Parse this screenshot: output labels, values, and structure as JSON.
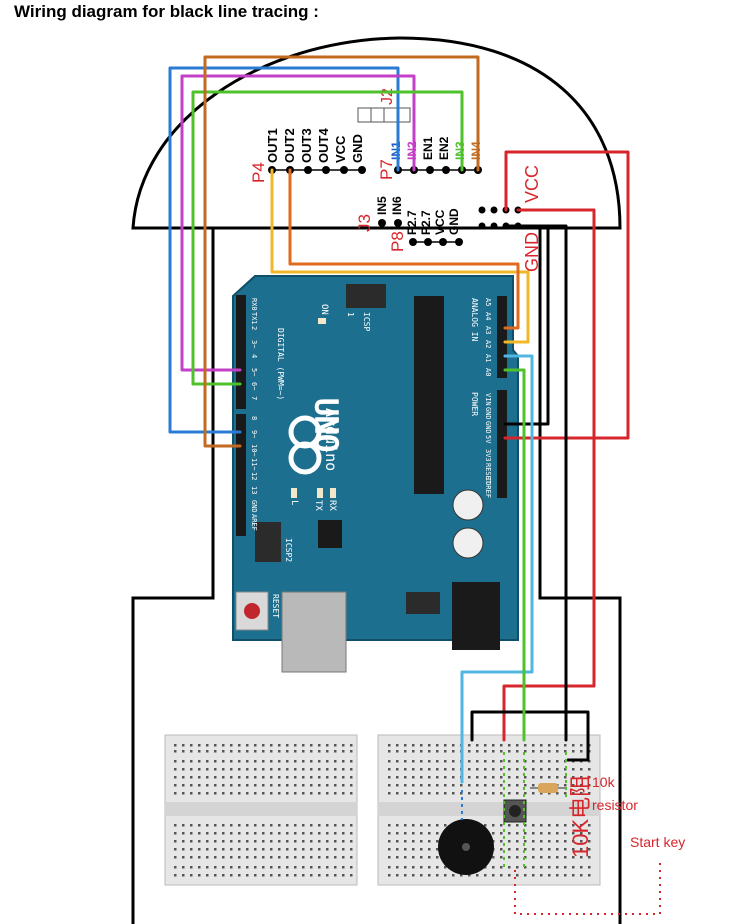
{
  "title": "Wiring diagram for black line tracing :",
  "driver": {
    "j2": "J2",
    "p4": "P4",
    "p7": "P7",
    "p8": "P8",
    "j3": "J3",
    "vcc": "VCC",
    "gnd": "GND",
    "p4_pins": [
      "OUT1",
      "OUT2",
      "OUT3",
      "OUT4",
      "VCC",
      "GND"
    ],
    "p7_pins": [
      "IN1",
      "IN2",
      "EN1",
      "EN2",
      "IN3",
      "IN4"
    ],
    "j3_pins": [
      "IN5",
      "IN6"
    ],
    "p8_pins": [
      "P2.7",
      "P2.7",
      "VCC",
      "GND"
    ]
  },
  "arduino": {
    "uno": "UNO",
    "brand": "Arduino",
    "digital": "DIGITAL (PWM=~)",
    "analog": "ANALOG IN",
    "power": "POWER",
    "icsp": "ICSP",
    "icsp2": "ICSP2",
    "on": "ON",
    "reset": "RESET",
    "l": "L",
    "tx": "TX",
    "rx": "RX",
    "one": "1",
    "digital_top": [
      "RX0",
      "TX1",
      "2",
      "3~",
      "4",
      "5~",
      "6~",
      "7"
    ],
    "digital_bottom": [
      "8",
      "9~",
      "10~",
      "11~",
      "12",
      "13",
      "GND",
      "AREF"
    ],
    "analog_pins": [
      "A5",
      "A4",
      "A3",
      "A2",
      "A1",
      "A0"
    ],
    "power_pins": [
      "VIN",
      "GND",
      "GND",
      "5V",
      "3V3",
      "RESET",
      "IOREF"
    ]
  },
  "breadboard": {
    "resistor_label": "10k",
    "resistor_label2": "resistor",
    "resistor_cn": "10K电阻",
    "start_key": "Start key"
  },
  "colors": {
    "board": "#1d6f8f",
    "blue_wire": "#2a7bd6",
    "magenta_wire": "#c33fc8",
    "green_wire": "#4ec12b",
    "orange_wire": "#c26a20",
    "yellow_wire": "#f0b828",
    "red_wire": "#d7262b",
    "black_wire": "#000000",
    "cyan_wire": "#4fb7e2"
  }
}
